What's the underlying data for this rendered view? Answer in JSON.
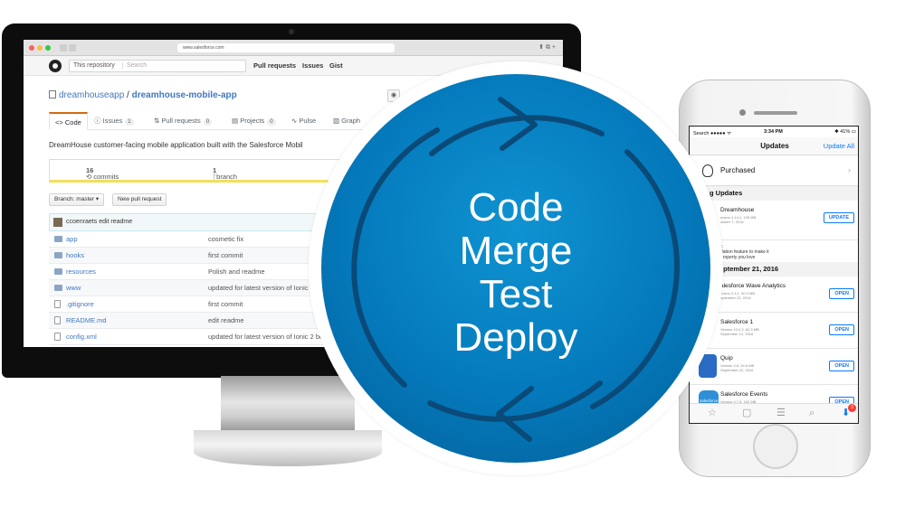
{
  "browser": {
    "url": "www.salesforce.com"
  },
  "github": {
    "search_scope": "This repository",
    "search_placeholder": "Search",
    "nav": [
      "Pull requests",
      "Issues",
      "Gist"
    ],
    "owner": "dreamhouseapp",
    "separator": " / ",
    "repo": "dreamhouse-mobile-app",
    "tabs": [
      {
        "label": "Code",
        "icon": "<>"
      },
      {
        "label": "Issues",
        "count": "1"
      },
      {
        "label": "Pull requests",
        "count": "0"
      },
      {
        "label": "Projects",
        "count": "0"
      },
      {
        "label": "Pulse"
      },
      {
        "label": "Graph"
      }
    ],
    "description": "DreamHouse customer-facing mobile application built with the Salesforce Mobil",
    "commits_count": "16",
    "commits_label": " commits",
    "branches_count": "1",
    "branches_label": " branch",
    "branch_button": "Branch: master ▾",
    "new_pr_button": "New pull request",
    "last_commit_user": "ccoenraets",
    "last_commit_msg": " edit readme",
    "files": [
      {
        "name": "app",
        "type": "folder",
        "message": "cosmetic fix"
      },
      {
        "name": "hooks",
        "type": "folder",
        "message": "first commit"
      },
      {
        "name": "resources",
        "type": "folder",
        "message": "Polish and readme"
      },
      {
        "name": "www",
        "type": "folder",
        "message": "updated for latest version of Ionic 2 be"
      },
      {
        "name": ".gitignore",
        "type": "file",
        "message": "first commit"
      },
      {
        "name": "README.md",
        "type": "file",
        "message": "edit readme"
      },
      {
        "name": "config.xml",
        "type": "file",
        "message": "updated for latest version of Ionic 2 beta"
      }
    ]
  },
  "cycle": {
    "words": [
      "Code",
      "Merge",
      "Test",
      "Deploy"
    ]
  },
  "phone": {
    "status_left": "Search ●●●●● ᯤ",
    "status_time": "3:34 PM",
    "status_right": "41%",
    "nav_title": "Updates",
    "nav_action": "Update All",
    "purchased": "Purchased",
    "section_pending": "g Updates",
    "section_date": "September 21, 2016",
    "apps_pending": [
      {
        "name": "Dreamhouse",
        "meta": "ersion 4.14.1, 109 MB\nctober 7, 2016",
        "button": "UPDATE",
        "color": "#6b5a48"
      }
    ],
    "note_lines": [
      "k",
      "dation feature to make it",
      "property you love"
    ],
    "apps_recent": [
      {
        "name": "alesforce Wave Analytics",
        "meta": "ersion 2.4.1, 90.3 MB\neptember 23, 2016",
        "button": "OPEN",
        "color": "#1fa1d9"
      },
      {
        "name": "Salesforce 1",
        "meta": "Version 10.0.3, 62.3 MB\nSeptember 12, 2016",
        "button": "OPEN",
        "color": "#0070d2"
      },
      {
        "name": "Quip",
        "meta": "Version 4.8, 34.6 MB\nSeptember 22, 2016",
        "button": "OPEN",
        "color": "#2a6cc4"
      },
      {
        "name": "Salesforce Events",
        "meta": "Version 4.7.6, 102 MB\nSeptember 16, 2016",
        "button": "OPEN",
        "color": "#2f8fd6"
      }
    ],
    "icon_label_salesforce": "salesforce",
    "tab_badge": "3"
  },
  "colors": {
    "circle": "#0479bb",
    "accent_blue": "#0a7aff",
    "github_link": "#4078c0"
  }
}
